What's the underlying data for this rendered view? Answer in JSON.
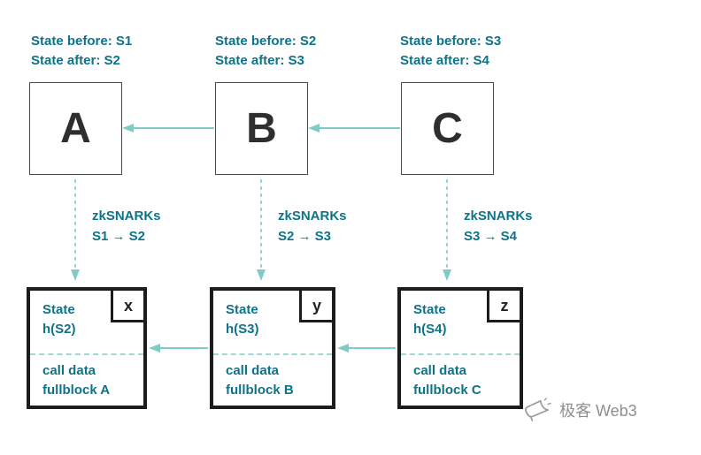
{
  "colors": {
    "teal_text": "#0e7389",
    "arrow_teal": "#7fccc6",
    "box_border_dark": "#1c1c1c",
    "watermark_gray": "#8f8f8f"
  },
  "columns": [
    {
      "state_before": "State before: S1",
      "state_after": "State after: S2",
      "block_letter": "A",
      "zksnarks_title": "zkSNARKs",
      "zksnarks_transition": "S1 → S2",
      "rollup_block": {
        "state_label": "State",
        "state_hash": "h(S2)",
        "corner_letter": "x",
        "calldata_label": "call data",
        "calldata_value": "fullblock A"
      }
    },
    {
      "state_before": "State before: S2",
      "state_after": "State after: S3",
      "block_letter": "B",
      "zksnarks_title": "zkSNARKs",
      "zksnarks_transition": "S2 → S3",
      "rollup_block": {
        "state_label": "State",
        "state_hash": "h(S3)",
        "corner_letter": "y",
        "calldata_label": "call data",
        "calldata_value": "fullblock B"
      }
    },
    {
      "state_before": "State before: S3",
      "state_after": "State after: S4",
      "block_letter": "C",
      "zksnarks_title": "zkSNARKs",
      "zksnarks_transition": "S3 → S4",
      "rollup_block": {
        "state_label": "State",
        "state_hash": "h(S4)",
        "corner_letter": "z",
        "calldata_label": "call data",
        "calldata_value": "fullblock C"
      }
    }
  ],
  "watermark": {
    "text": "极客 Web3"
  }
}
